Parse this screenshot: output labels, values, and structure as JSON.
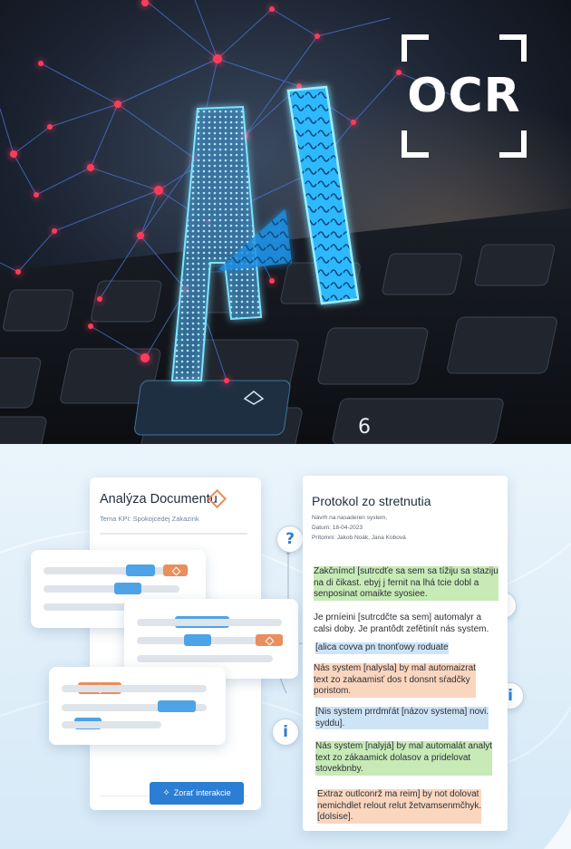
{
  "ocr_badge": {
    "text": "OCR"
  },
  "left_document": {
    "title": "Analýza Documentu",
    "subtitle": "Tema KPI: Spokojcedej Zakazink",
    "button_label": "Zorať interakcie",
    "button_icon": "magic-wand-icon"
  },
  "right_document": {
    "title": "Protokol zo stretnutia",
    "meta": [
      "Návrh na nasaderen system,",
      "Datum: 18-04-2023",
      "Prítomni: Jakob Noák, Jana Kobová"
    ],
    "blocks": [
      {
        "style": "green",
        "lines": [
          "Zakčnímcl [sutrcdťe sa sem sa tížiju sa staziju",
          "na di čikast. ebyj j fernit na lhá tcie dobl a",
          "senposinat omaikte syosiee."
        ]
      },
      {
        "style": "plain",
        "lines": [
          "Je prníeini [sutrcdčte sa sem] automalyr a",
          "calsi doby. Je prantôdt zefětinít nás system."
        ]
      },
      {
        "style": "blue",
        "lines": [
          "[alica covva pn tnonťowy roduate"
        ]
      },
      {
        "style": "orange",
        "lines": [
          "Nás system [nalysla] by mal automaizrat",
          "text zo zakaamisť dos t donsnt sŕadčky",
          "poristom."
        ]
      },
      {
        "style": "blue",
        "lines": [
          "[Nis system prrdmŕát [názov systema] novi.",
          "syddu]."
        ]
      },
      {
        "style": "green",
        "lines": [
          "Nás system [nalyjá] by mal automalát analyt",
          "text zo zákaamick dolasov a pridelovat",
          "stovekbnby."
        ]
      },
      {
        "style": "orange",
        "lines": [
          "Extraz outlconrž ma reim] by not dolovat",
          "nemichdlet relout relut žetvamsenmčhyk.",
          "[dolsise]."
        ]
      }
    ]
  },
  "bubbles": [
    {
      "symbol": "?",
      "icon": "question-icon"
    },
    {
      "symbol": "!",
      "icon": "exclamation-icon"
    },
    {
      "symbol": "i",
      "icon": "info-icon"
    },
    {
      "symbol": "i",
      "icon": "info-icon"
    }
  ],
  "colors": {
    "accent_blue": "#4ea3e6",
    "accent_orange": "#e98e5d",
    "button_blue": "#2b7ed3",
    "highlight_green": "#c7eab7",
    "highlight_orange": "#fbd6bf",
    "highlight_blue": "#cde4f6",
    "ai_glow": "#35c8ff"
  }
}
